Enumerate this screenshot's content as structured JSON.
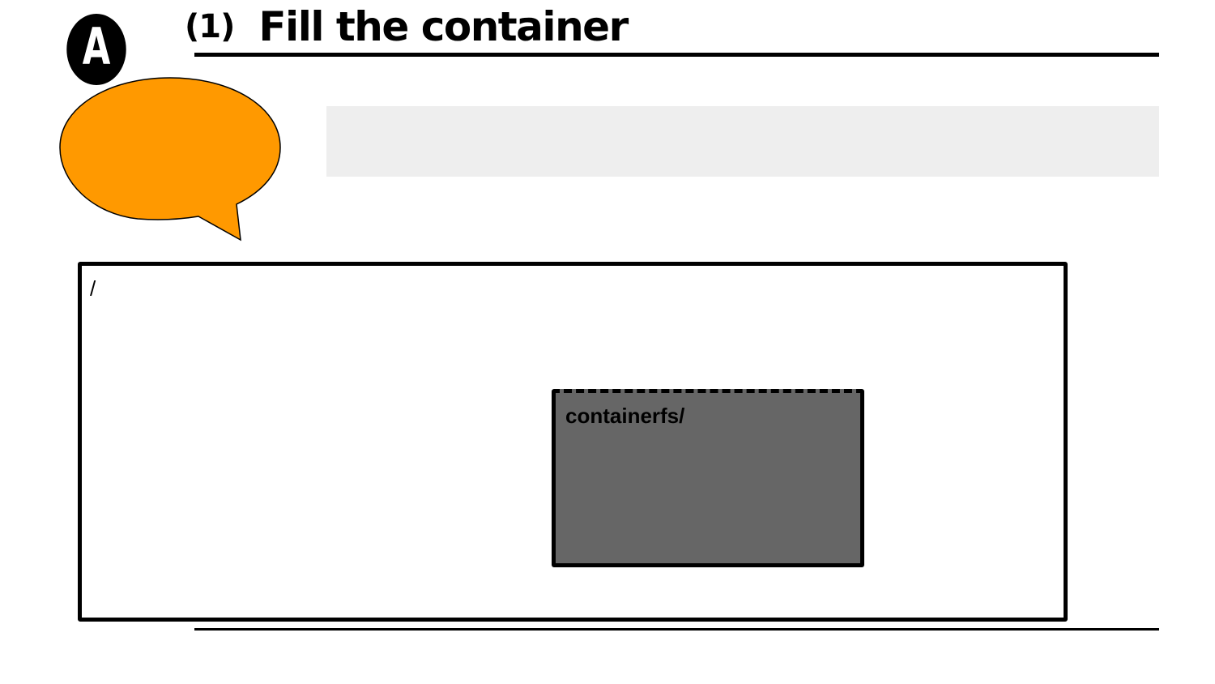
{
  "badge": {
    "letter": "A"
  },
  "header": {
    "step": "(1)",
    "title": "Fill the container"
  },
  "colors": {
    "bubble": "#ff9900",
    "caption_bar": "#eeeeee",
    "container_fill": "#666666",
    "outline": "#000000"
  },
  "diagram": {
    "root_label": "/",
    "container_label": "containerfs/"
  }
}
